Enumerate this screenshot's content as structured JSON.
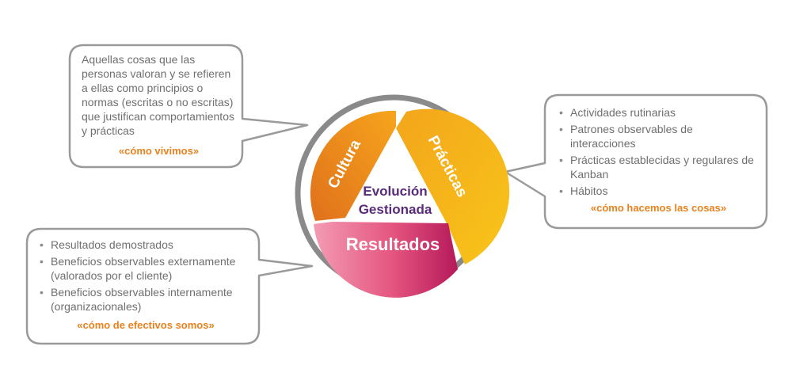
{
  "center": {
    "line1": "Evolución",
    "line2": "Gestionada"
  },
  "segments": {
    "cultura": "Cultura",
    "practicas": "Prácticas",
    "resultados": "Resultados"
  },
  "cultura_box": {
    "text": "Aquellas cosas que las personas valoran y se refieren a ellas como principios o normas (escritas o no escritas) que justifican comportamientos y prácticas",
    "tagline": "«cómo vivimos»"
  },
  "practicas_box": {
    "items": [
      "Actividades rutinarias",
      "Patrones observables de interacciones",
      "Prácticas establecidas y regulares de Kanban",
      "Hábitos"
    ],
    "tagline": "«cómo hacemos las cosas»"
  },
  "resultados_box": {
    "items": [
      "Resultados demostrados",
      "Beneficios observables externamente (valorados por el cliente)",
      "Beneficios observables internamente (organizacionales)"
    ],
    "tagline": "«cómo de efectivos somos»"
  },
  "colors": {
    "ring": "#8a8a8a",
    "box_border": "#9a9a9a",
    "text": "#6f6f6f",
    "accent": "#e8821e",
    "center_text": "#5a2b7a",
    "cultura": "#e88a1e",
    "practicas": "#f5b81c",
    "resultados": "#d4326e"
  }
}
